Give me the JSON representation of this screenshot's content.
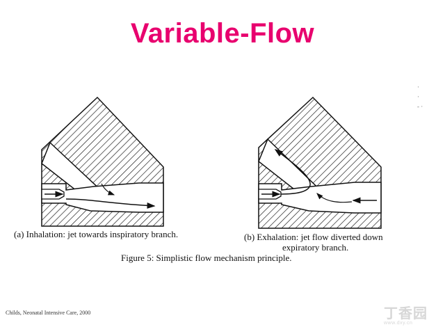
{
  "slide": {
    "title": "Variable-Flow",
    "title_color": "#e8006e"
  },
  "figure": {
    "caption_a": "(a) Inhalation: jet towards inspiratory branch.",
    "caption_b_line1": "(b) Exhalation: jet flow diverted down",
    "caption_b_line2": "expiratory branch.",
    "figure_caption": "Figure 5: Simplistic flow mechanism principle."
  },
  "source": "Childs, Neonatal Intensive Care, 2000",
  "watermark": {
    "logo": "丁香园",
    "url": "www.dxy.cn"
  }
}
